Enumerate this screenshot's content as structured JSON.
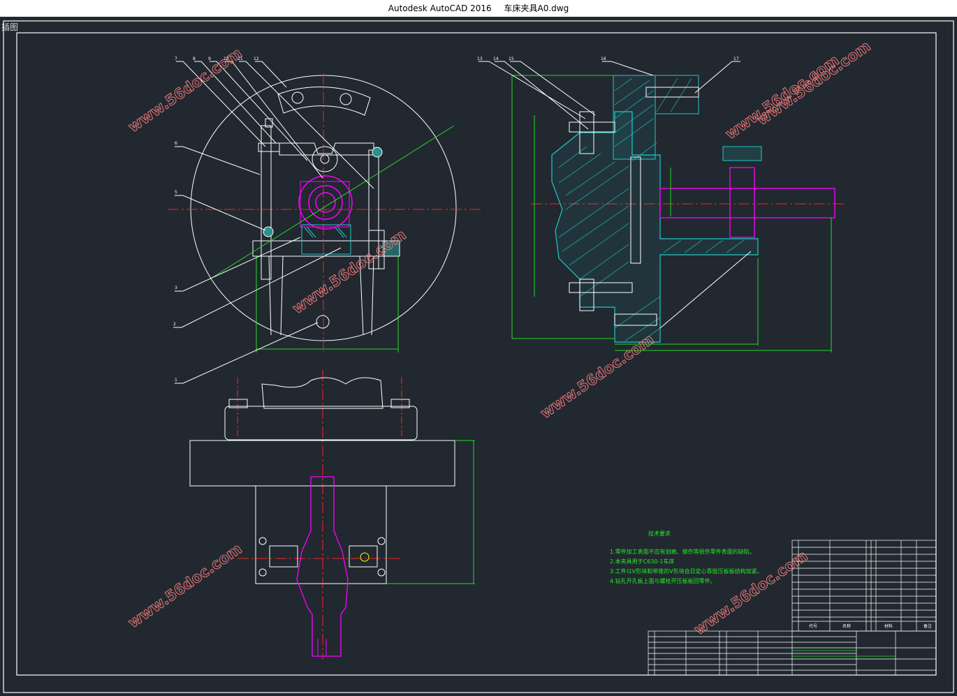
{
  "window": {
    "app_title": "Autodesk AutoCAD 2016",
    "file_name": "车床夹具A0.dwg"
  },
  "viewport": {
    "label": "插图"
  },
  "watermark": {
    "text": "www.56doc.com"
  },
  "balloons": {
    "front_view": [
      "7",
      "8",
      "9",
      "10",
      "11",
      "12",
      "6",
      "5",
      "3",
      "2",
      "1"
    ],
    "side_view": [
      "13",
      "14",
      "15",
      "16",
      "17"
    ]
  },
  "technical_requirements": {
    "title": "技术要求",
    "items": [
      "1.零件加工表面不应有划痕、擦伤等损伤零件表面的缺陷。",
      "2.本夹具用于C630-1车床",
      "3.工件以V形块和带锥的V形块自日定心靠肢压板板结构加紧。",
      "4.钻孔开孔板上面与螺栓开压板板回零件。"
    ]
  },
  "parts_table_header": {
    "col_code": "代号",
    "col_name": "名称",
    "col_material": "材料",
    "col_note": "备注"
  },
  "colors": {
    "background": "#212830",
    "lines": "#ffffff",
    "centerline": "#ff2020",
    "dimension": "#22dd22",
    "hatch": "#20c8c8",
    "part": "#ff00ff"
  }
}
